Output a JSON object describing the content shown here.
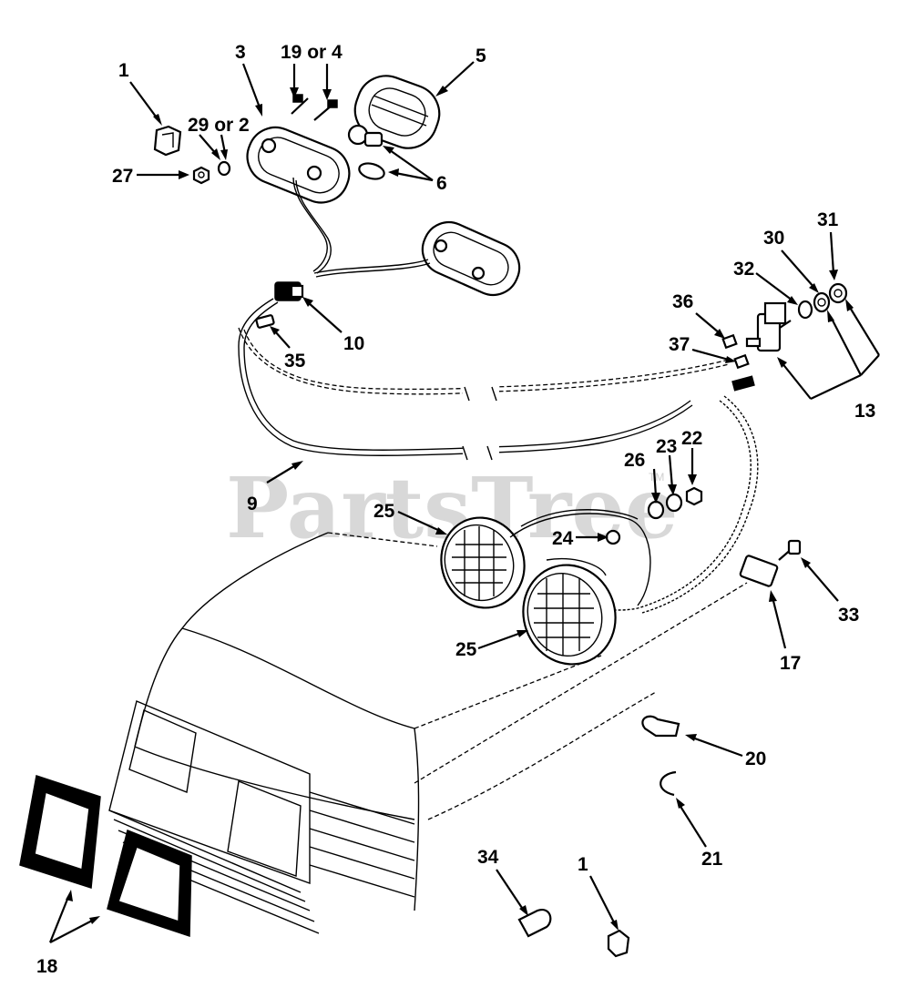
{
  "watermark": {
    "text": "PartsTree",
    "tm": "TM"
  },
  "callouts": {
    "c1_top": "1",
    "c3": "3",
    "c19or4": "19 or 4",
    "c5": "5",
    "c29or2": "29 or 2",
    "c27": "27",
    "c6": "6",
    "c31": "31",
    "c30": "30",
    "c32": "32",
    "c36": "36",
    "c37": "37",
    "c13": "13",
    "c10": "10",
    "c35": "35",
    "c9": "9",
    "c26": "26",
    "c23": "23",
    "c22": "22",
    "c25_top": "25",
    "c24": "24",
    "c25_bottom": "25",
    "c33": "33",
    "c17": "17",
    "c20": "20",
    "c21": "21",
    "c34": "34",
    "c1_bottom": "1",
    "c18": "18"
  }
}
